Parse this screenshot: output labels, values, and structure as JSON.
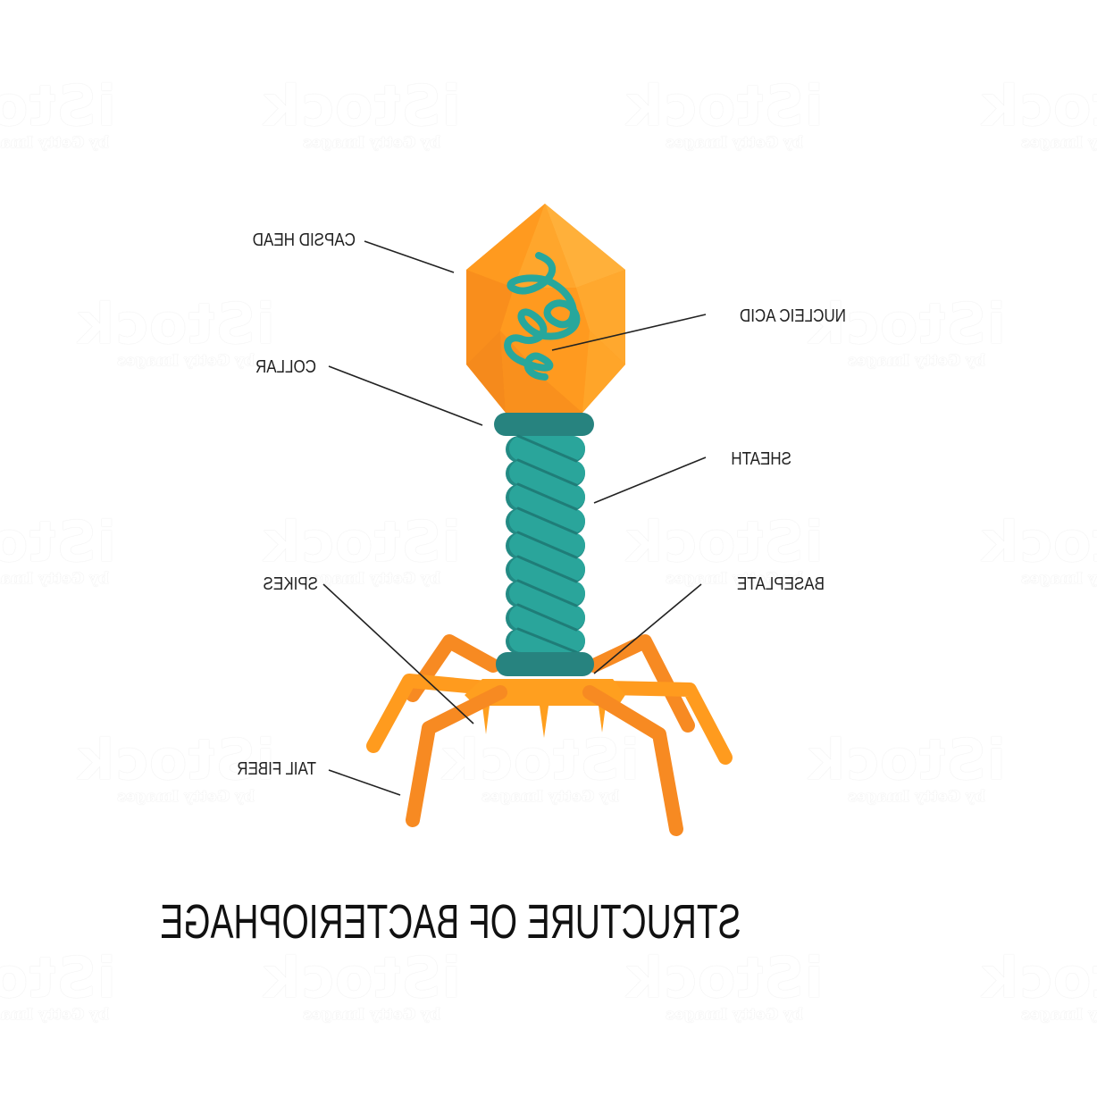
{
  "title": "STRUCTURE OF BACTERIOPHAGE",
  "mirrored": true,
  "labels": {
    "capsid_head": "CAPSID HEAD",
    "nucleic_acid": "NUCLEIC ACID",
    "collar": "COLLAR",
    "sheath": "SHEATH",
    "spikes": "SPIKES",
    "baseplate": "BASEPLATE",
    "tail_fiber": "TAIL FIBER"
  },
  "watermark": {
    "brand": "iStock",
    "tagline": "by Getty Images"
  },
  "colors": {
    "capsid_orange": "#ff9a1f",
    "capsid_light": "#ffae33",
    "capsid_dark": "#f7891b",
    "nucleic_teal": "#27a79c",
    "collar_teal": "#27837f",
    "sheath_teal": "#2aa59b",
    "sheath_shadow": "#238a84",
    "fiber_orange": "#ff9b1e",
    "fiber_dark": "#f78a22",
    "leader_line": "#222222",
    "text": "#222222"
  }
}
